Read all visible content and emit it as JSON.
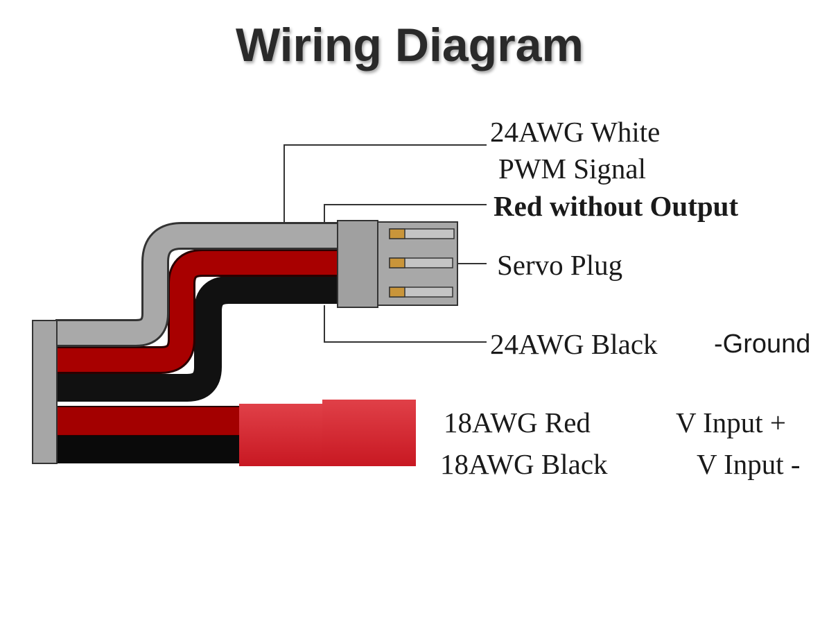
{
  "title": "Wiring Diagram",
  "labels": {
    "white_wire": "24AWG White",
    "white_function": "PWM Signal",
    "red_wire": "Red without Output",
    "plug": "Servo Plug",
    "black_wire": "24AWG Black",
    "black_function": "-Ground",
    "power_red": "18AWG Red",
    "power_red_function": "V Input +",
    "power_black": "18AWG Black",
    "power_black_function": "V Input -"
  },
  "colors": {
    "white_wire": "#a9a9a9",
    "red_wire": "#a30000",
    "black_wire": "#0a0a0a",
    "plug": "#9e9e9e",
    "pin": "#c9953a",
    "power_connector": "#d8262b"
  }
}
